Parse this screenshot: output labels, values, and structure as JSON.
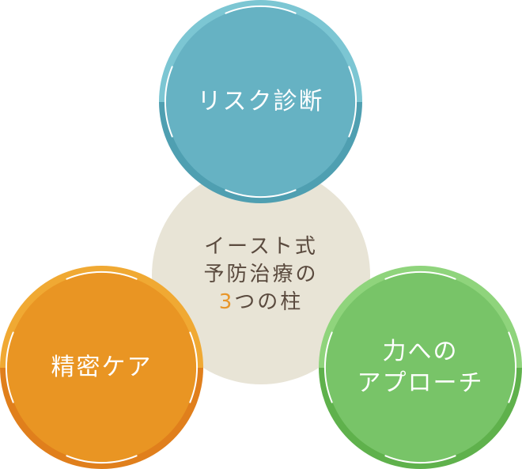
{
  "diagram": {
    "title_lines": [
      "イースト式",
      "予防治療の"
    ],
    "title_last_line": {
      "number": "3",
      "rest": "つの柱"
    },
    "center_color": "#e8e4d6",
    "title_color": "#5a4a3e",
    "number_color": "#e8962a",
    "pillars": [
      {
        "id": "risk-diagnosis",
        "label_lines": [
          "リスク診断"
        ],
        "color": "#66b2c3",
        "position": "top"
      },
      {
        "id": "precision-care",
        "label_lines": [
          "精密ケア"
        ],
        "color": "#e99523",
        "position": "bottom-left"
      },
      {
        "id": "power-approach",
        "label_lines": [
          "力への",
          "アプローチ"
        ],
        "color": "#78c468",
        "position": "bottom-right"
      }
    ]
  }
}
